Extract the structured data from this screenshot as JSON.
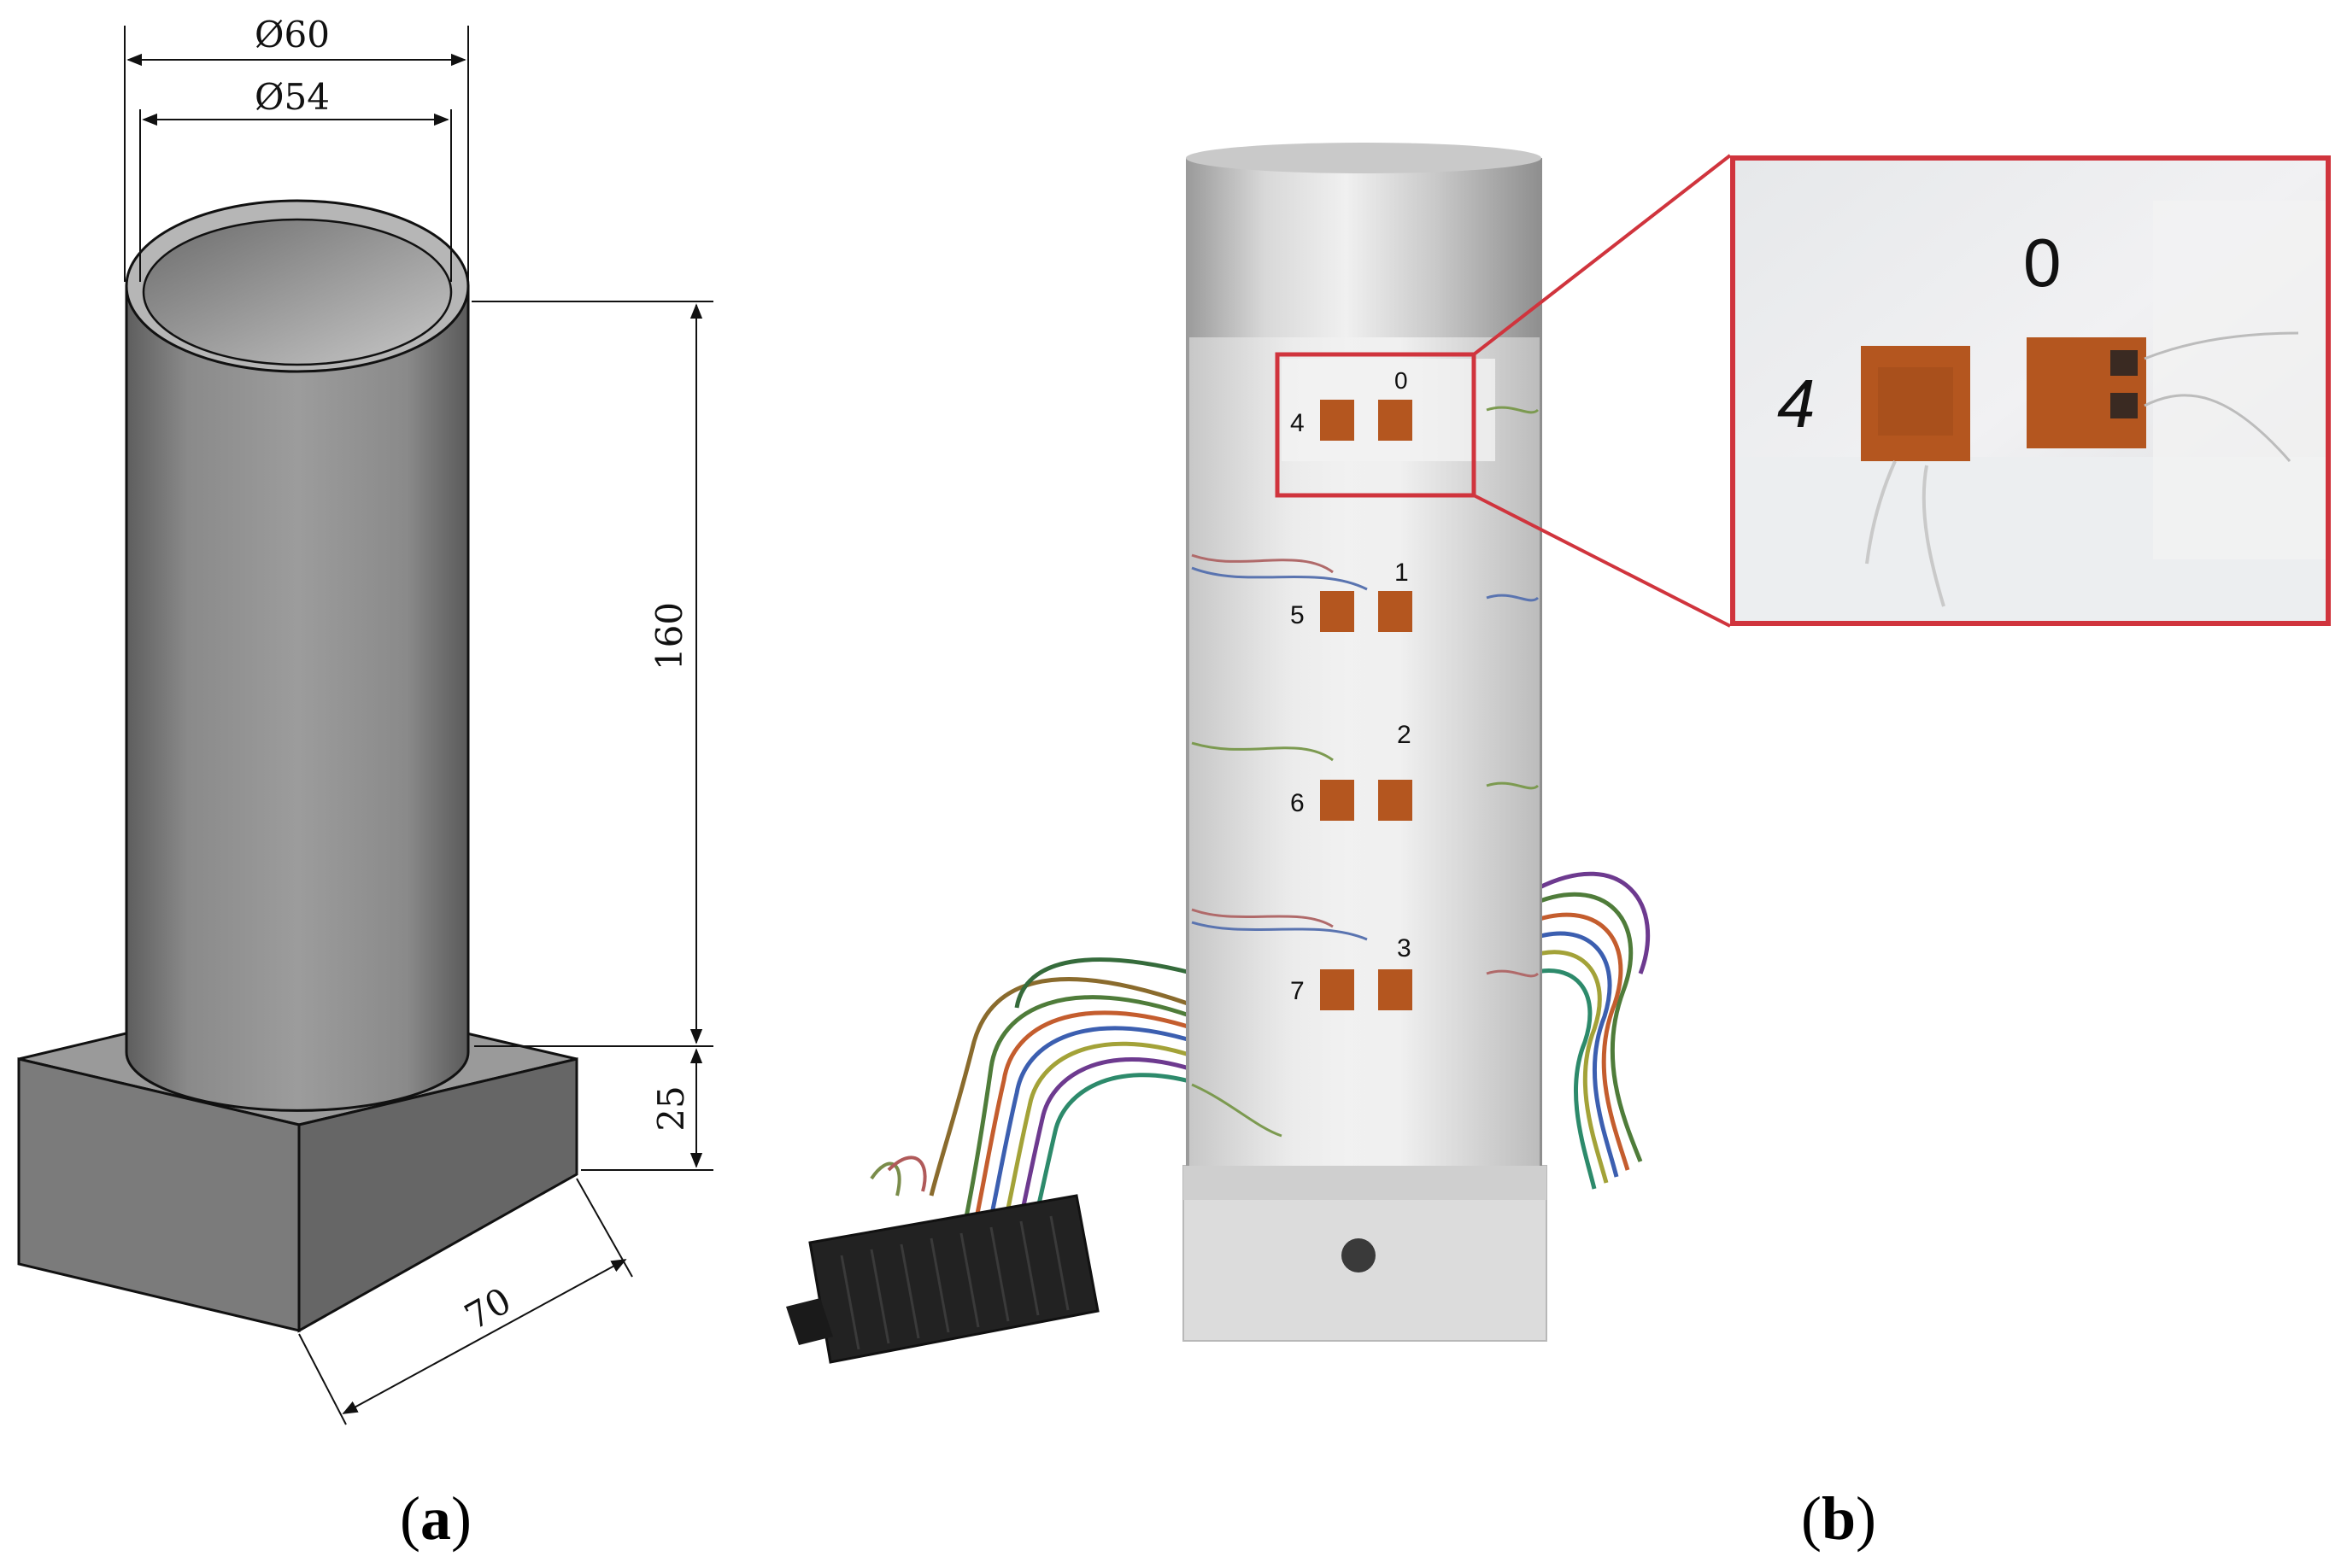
{
  "drawing": {
    "dim_outer_diameter": "Ø60",
    "dim_inner_diameter": "Ø54",
    "dim_tube_height": "160",
    "dim_base_height": "25",
    "dim_base_width": "70"
  },
  "photo": {
    "gauge_numbers": [
      "4",
      "0",
      "5",
      "1",
      "2",
      "6",
      "3",
      "7"
    ],
    "zoom_numbers": [
      "4",
      "0"
    ]
  },
  "captions": {
    "a_open": "(",
    "a_letter": "a",
    "a_close": ")",
    "b_open": "(",
    "b_letter": "b",
    "b_close": ")"
  },
  "colors": {
    "zoom_frame": "#d0343d",
    "gauge_copper": "#b4561f",
    "tube_gray": "#8c8c8c"
  }
}
